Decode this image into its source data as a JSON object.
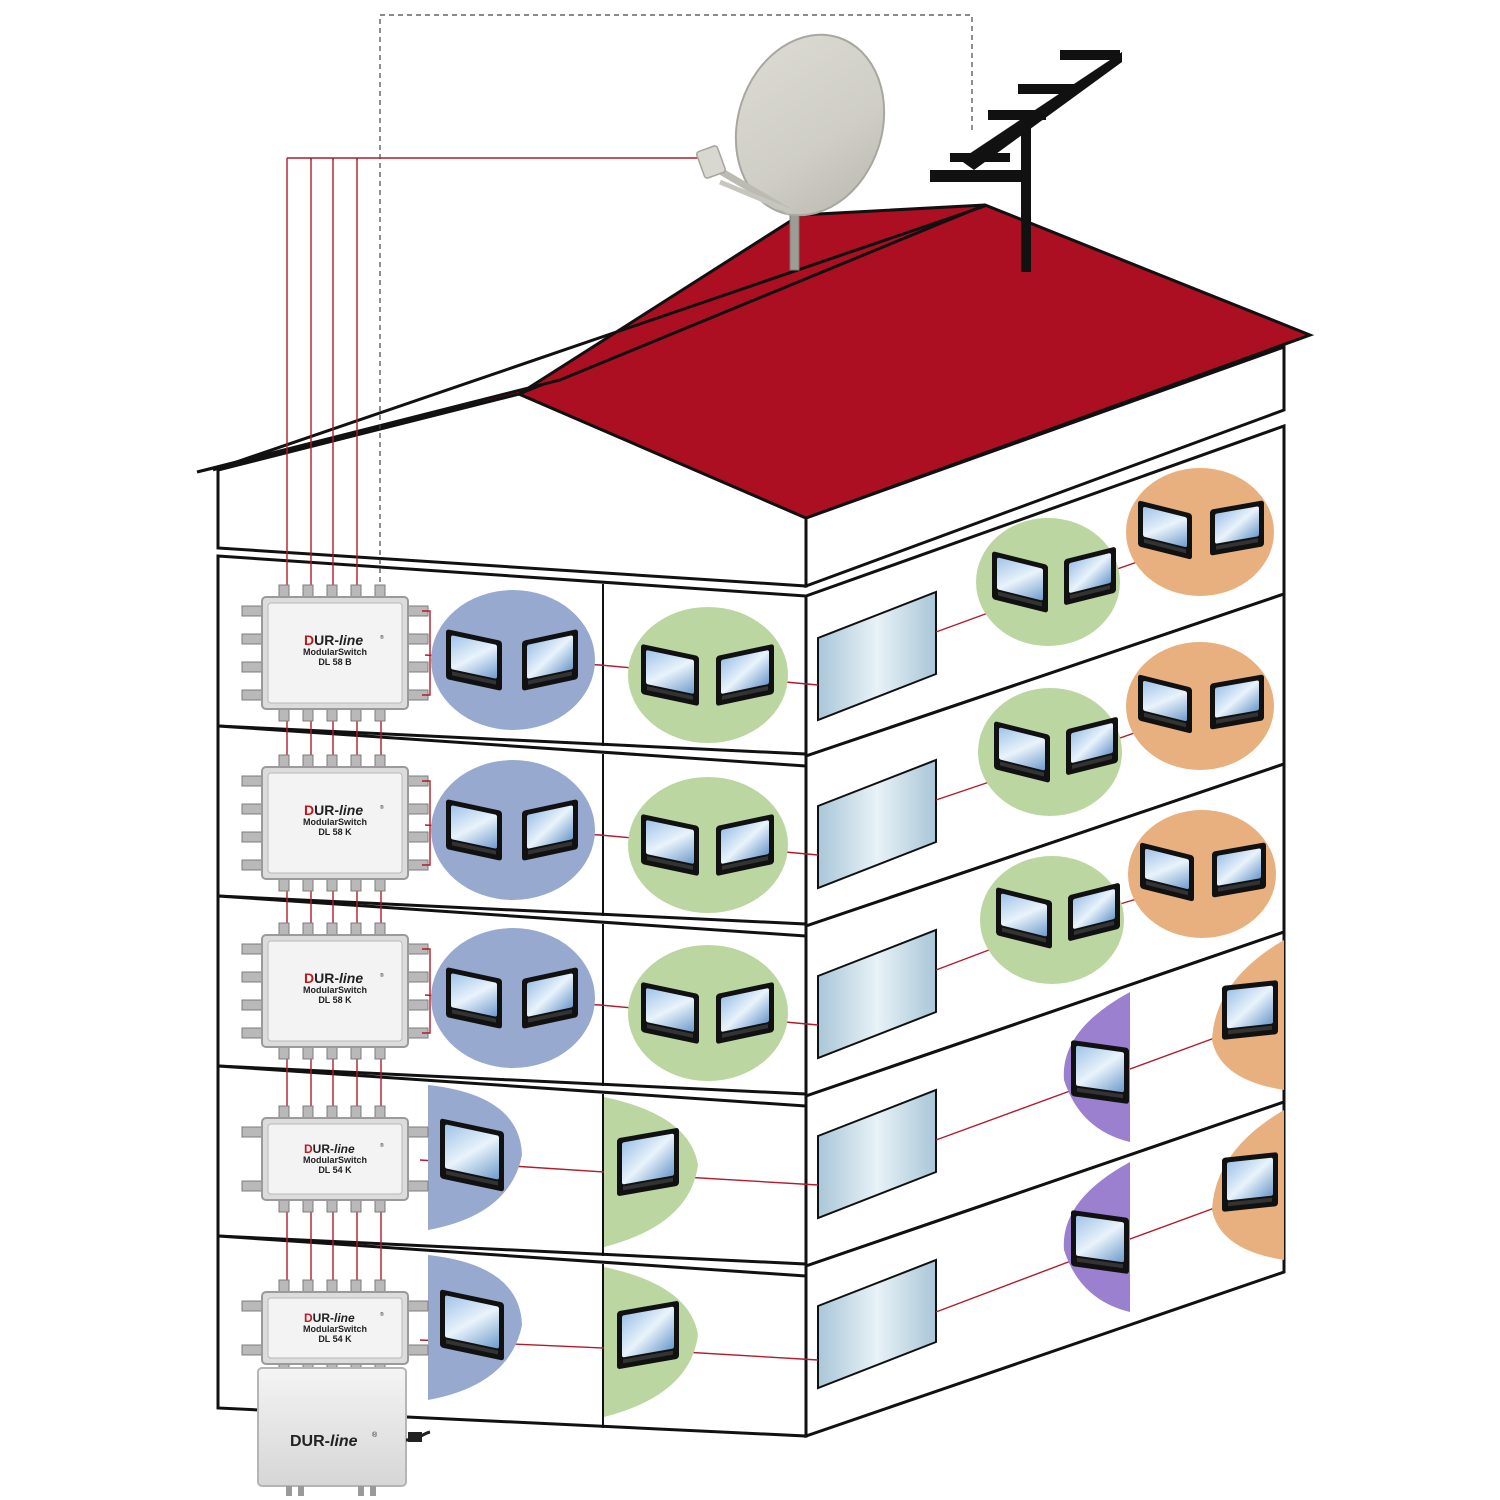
{
  "colors": {
    "roof": "#ac0f22",
    "wire": "#b01c2c",
    "blob_blue": "#97a9cf",
    "blob_green": "#bcd6a2",
    "blob_orange": "#e7b07e",
    "blob_purple": "#9a80cf",
    "window_glass": "#bcd8e8"
  },
  "icons": [
    "satellite-dish-icon",
    "tv-antenna-icon",
    "tv-icon",
    "power-plug-icon"
  ],
  "switches": [
    {
      "brand_initial": "D",
      "brand_rest": "UR-",
      "brand_italic": "line",
      "series": "ModularSwitch",
      "model": "DL 58 B"
    },
    {
      "brand_initial": "D",
      "brand_rest": "UR-",
      "brand_italic": "line",
      "series": "ModularSwitch",
      "model": "DL 58 K"
    },
    {
      "brand_initial": "D",
      "brand_rest": "UR-",
      "brand_italic": "line",
      "series": "ModularSwitch",
      "model": "DL 58 K"
    },
    {
      "brand_initial": "D",
      "brand_rest": "UR-",
      "brand_italic": "line",
      "series": "ModularSwitch",
      "model": "DL 54 K"
    },
    {
      "brand_initial": "D",
      "brand_rest": "UR-",
      "brand_italic": "line",
      "series": "ModularSwitch",
      "model": "DL 54 K"
    }
  ],
  "power_supply": {
    "brand_rest": "DUR-",
    "brand_italic": "line"
  },
  "registered_mark": "®"
}
